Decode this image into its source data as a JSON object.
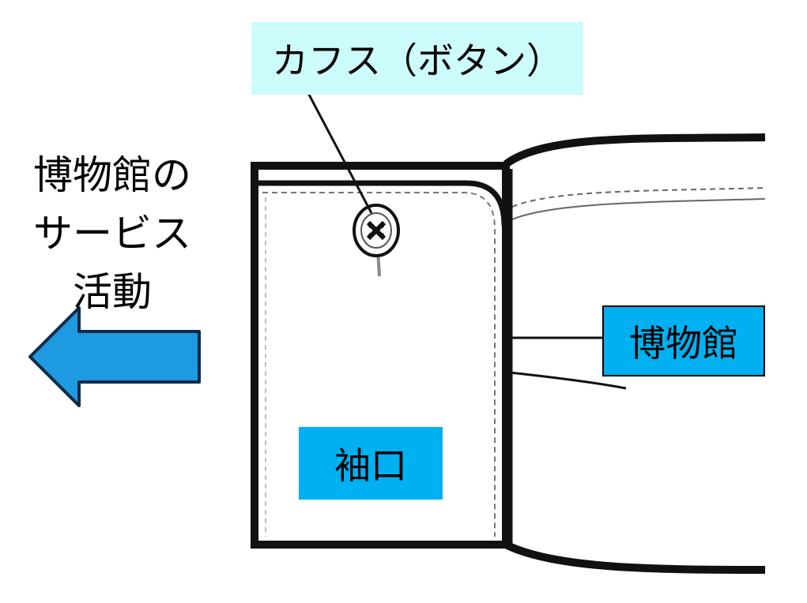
{
  "labels": {
    "cufflink": "カフス（ボタン）",
    "museum": "博物館",
    "cuff": "袖口",
    "service_lines": [
      "博物館の",
      "サービス",
      "活動"
    ]
  },
  "colors": {
    "label_cyan": "#00b0f0",
    "label_pale_cyan": "#ccfcfc",
    "arrow_fill": "#1e9be0",
    "outline": "#000000"
  },
  "icons": {
    "arrow": "left-arrow-icon",
    "button": "cufflink-button-icon"
  }
}
